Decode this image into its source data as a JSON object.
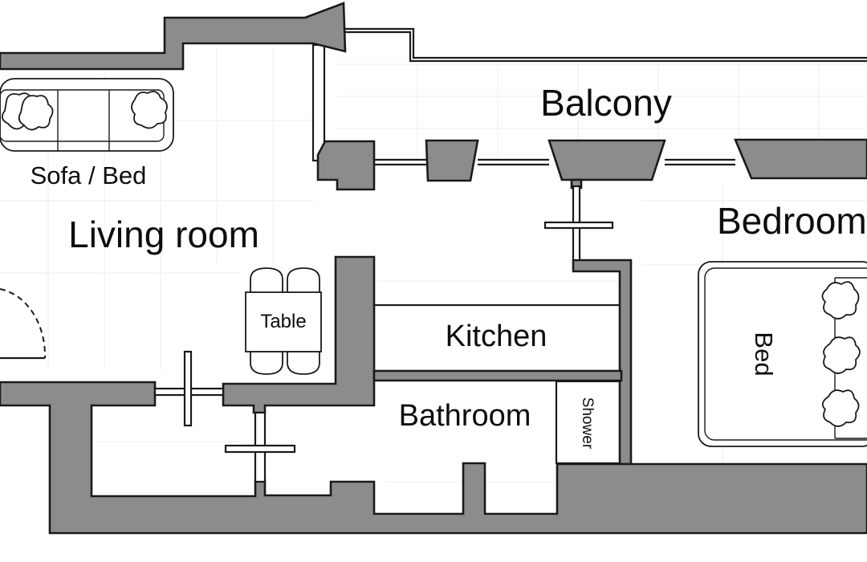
{
  "rooms": {
    "balcony": "Balcony",
    "living_room": "Living room",
    "bedroom": "Bedroom",
    "kitchen": "Kitchen",
    "bathroom": "Bathroom"
  },
  "furniture": {
    "sofa_bed": "Sofa / Bed",
    "table": "Table",
    "bed": "Bed",
    "shower": "Shower"
  },
  "colors": {
    "wall": "#8c8c8e",
    "outline": "#1a1a1a",
    "background": "#ffffff"
  }
}
